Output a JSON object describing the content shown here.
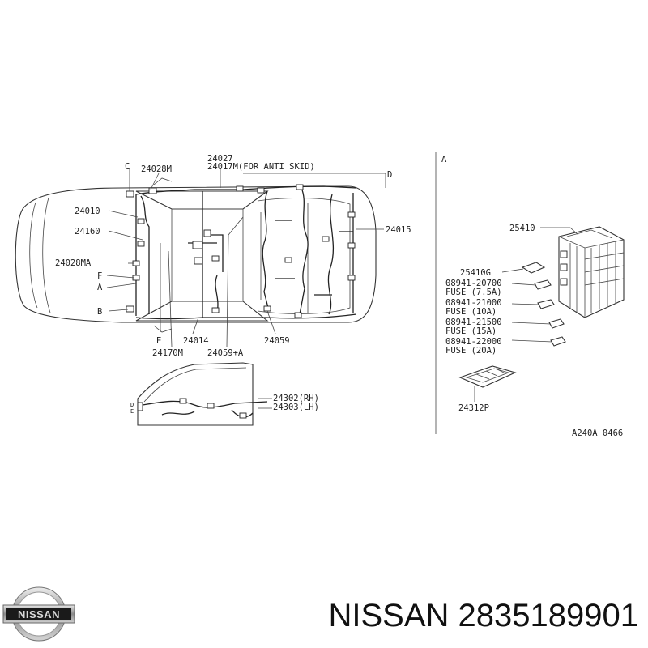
{
  "diagram": {
    "main_labels": {
      "c": "C",
      "p24028m": "24028M",
      "p24027": "24027",
      "p24017m": "24017M(FOR ANTI SKID)",
      "d": "D",
      "p24010": "24010",
      "p24160": "24160",
      "p24028ma": "24028MA",
      "f": "F",
      "a": "A",
      "b": "B",
      "p24015": "24015",
      "e": "E",
      "p24014": "24014",
      "p24059": "24059",
      "p24170m": "24170M",
      "p24059a": "24059+A"
    },
    "door_labels": {
      "rh": "24302(RH)",
      "lh": "24303(LH)",
      "d": "D",
      "e": "E"
    },
    "detail": {
      "section_label": "A",
      "p25410": "25410",
      "p25410g": "25410G",
      "fuses": [
        {
          "part": "08941-20700",
          "desc": "FUSE (7.5A)"
        },
        {
          "part": "08941-21000",
          "desc": "FUSE (10A)"
        },
        {
          "part": "08941-21500",
          "desc": "FUSE (15A)"
        },
        {
          "part": "08941-22000",
          "desc": "FUSE (20A)"
        }
      ],
      "p24312p": "24312P",
      "drawing_code": "A240A 0466"
    }
  },
  "brand": {
    "logo_text": "NISSAN",
    "title": "NISSAN 2835189901"
  }
}
